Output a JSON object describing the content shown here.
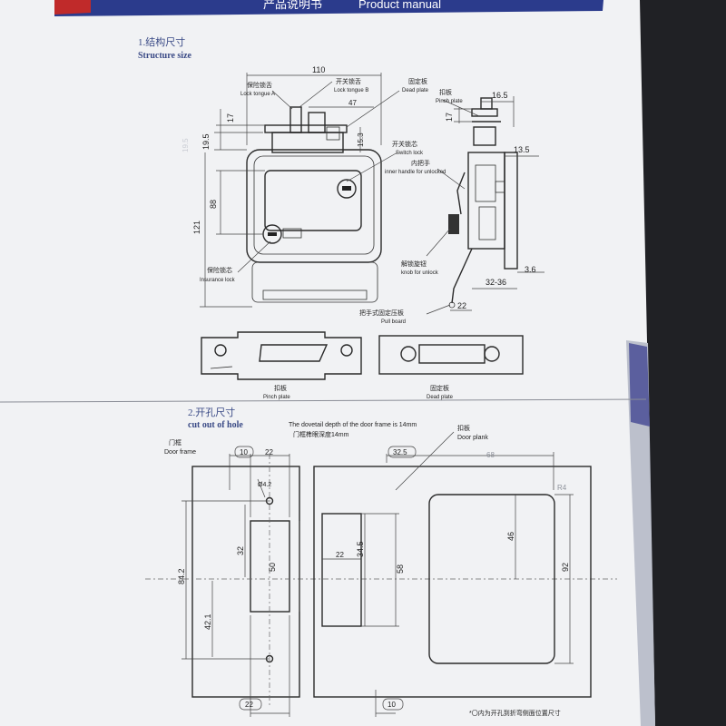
{
  "header": {
    "title_cn": "产品说明书",
    "title_en": "Product manual"
  },
  "section1": {
    "title_cn": "1.结构尺寸",
    "title_en": "Structure size",
    "dims": {
      "width": "110",
      "top_offset": "17",
      "body_height_a": "19.5",
      "faint_left": "19.5",
      "total_height": "121",
      "handle_height": "88",
      "lock_offset": "47",
      "switch_offset": "15.3",
      "side_top": "16.5",
      "side_17": "17",
      "side_depth": "13.5",
      "side_36": "3.6",
      "side_range": "32-36",
      "side_22": "22"
    },
    "labels": {
      "lock_a_cn": "保险锁舌",
      "lock_a_en": "Lock tongue A",
      "lock_b_cn": "开关锁舌",
      "lock_b_en": "Lock tongue B",
      "dead_plate_cn": "固定板",
      "dead_plate_en": "Dead plate",
      "pinch_plate_cn": "扣板",
      "pinch_plate_en": "Pinch plate",
      "switch_lock_cn": "开关锁芯",
      "switch_lock_en": "Switch lock",
      "inner_handle_cn": "内把手",
      "inner_handle_en": "inner handle for unlocked",
      "insurance_lock_cn": "保险锁芯",
      "insurance_lock_en": "Insurance lock",
      "knob_cn": "解锁旋钮",
      "knob_en": "knob for unlock",
      "pull_board_cn": "把手式固定压板",
      "pull_board_en": "Pull board"
    },
    "plates": {
      "pinch_cn": "扣板",
      "pinch_en": "Pinch plate",
      "dead_cn": "固定板",
      "dead_en": "Dead plate"
    }
  },
  "section2": {
    "title_cn": "2.开孔尺寸",
    "title_en": "cut out of hole",
    "note_en": "The dovetail depth of the door frame is 14mm",
    "note_cn": "门框榫眼深度14mm",
    "door_frame_cn": "门框",
    "door_frame_en": "Door frame",
    "door_plank_cn": "扣板",
    "door_plank_en": "Door plank",
    "dims": {
      "frame_10": "10",
      "frame_22": "22",
      "hole_dia": "Ø4.2",
      "frame_32": "32",
      "frame_50": "50",
      "frame_842": "84.2",
      "frame_421": "42.1",
      "frame_bottom_22": "22",
      "plank_325": "32.5",
      "plank_68": "68",
      "plank_r4": "R4",
      "plank_22": "22",
      "plank_345": "34.5",
      "plank_58": "58",
      "plank_46": "46",
      "plank_92": "92",
      "plank_bottom_10": "10"
    },
    "footnote": "*〇内为开孔到折弯侧面位置尺寸"
  }
}
